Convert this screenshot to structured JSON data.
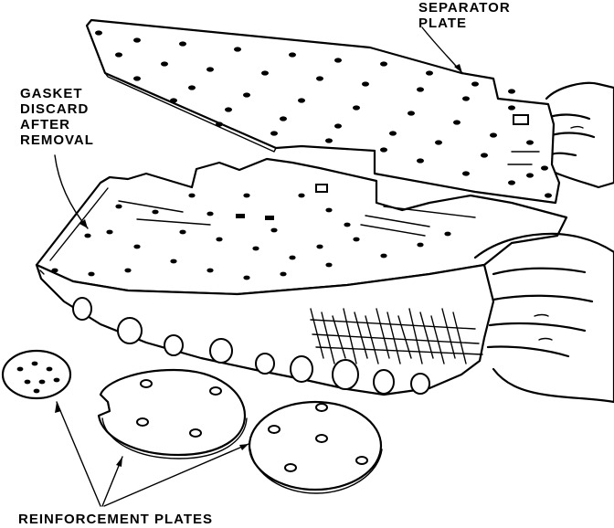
{
  "labels": {
    "separator_plate": [
      "SEPARATOR",
      "PLATE"
    ],
    "gasket": [
      "GASKET",
      "DISCARD",
      "AFTER",
      "REMOVAL"
    ],
    "reinforcement_plates": "REINFORCEMENT PLATES"
  },
  "colors": {
    "ink": "#000000",
    "paper": "#ffffff"
  }
}
